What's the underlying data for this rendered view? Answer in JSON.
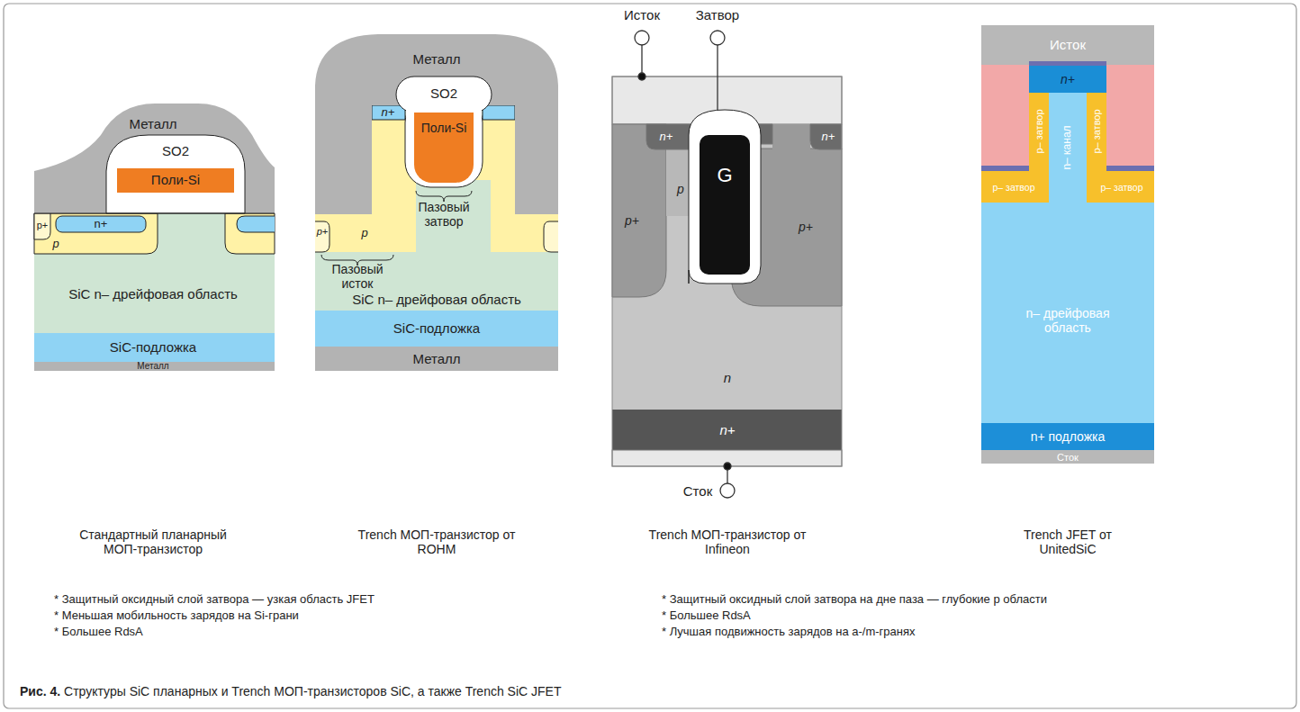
{
  "diagram": {
    "caption": "Рис. 4. Структуры SiC планарных и Trench МОП-транзисторов SiC, а также Trench SiC JFET",
    "labels": [
      "Металл",
      "SO2",
      "Поли-Si",
      "p+",
      "n+",
      "p",
      "SiC n– дрейфовая область",
      "SiC-подложка",
      "Металл",
      "Металл",
      "SO2",
      "n+",
      "Поли-Si",
      "p+",
      "p",
      "Пазовый затвор",
      "Пазовый исток",
      "SiC n– дрейфовая область",
      "SiC-подложка",
      "Металл",
      "Исток",
      "Затвор",
      "n+",
      "n+",
      "G",
      "p",
      "p+",
      "p+",
      "n",
      "n+",
      "Сток",
      "Исток",
      "n+",
      "p– затвор",
      "n– канал",
      "p– затвор",
      "p– затвор",
      "p– затвор",
      "n– дрейфовая область",
      "n+ подложка",
      "Сток",
      "Стандартный планарный МОП-транзистор",
      "Trench МОП-транзистор от ROHM",
      "Trench МОП-транзистор от Infineon",
      "Trench JFET от UnitedSiC",
      "* Защитный оксидный слой затвора — узкая область JFET",
      "* Меньшая мобильность зарядов на Si-грани",
      "* Большее RdsA",
      "* Защитный оксидный слой затвора на дне паза — глубокие р области",
      "* Большее RdsA",
      "* Лучшая подвижность зарядов на a-/m-гранях"
    ]
  }
}
